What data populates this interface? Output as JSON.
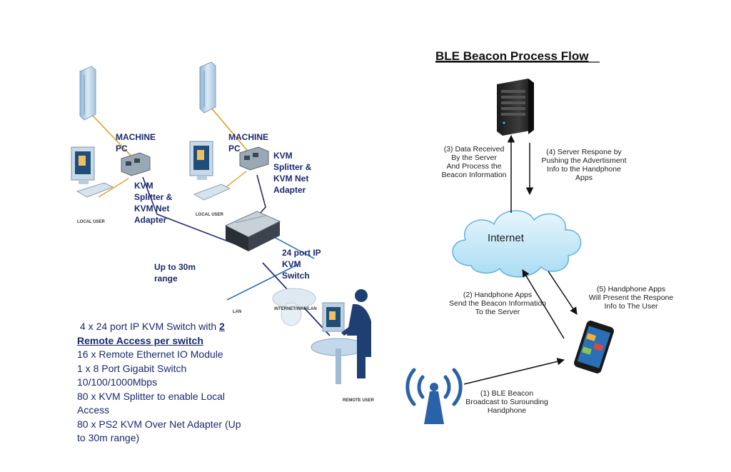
{
  "kvm": {
    "machine_pc_1": [
      "MACHINE",
      "PC"
    ],
    "machine_pc_2": [
      "MACHINE",
      "PC"
    ],
    "splitter_left": [
      "KVM",
      "Splitter &",
      "KVM  Net",
      "Adapter"
    ],
    "splitter_right": [
      "KVM",
      "Splitter &",
      "KVM  Net",
      "Adapter"
    ],
    "local_user_1": "LOCAL USER",
    "local_user_2": "LOCAL USER",
    "range": [
      "Up to 30m",
      "range"
    ],
    "switch_label": [
      "24 port IP",
      "KVM",
      "Switch"
    ],
    "lan": "LAN",
    "internet_wan_lan": "INTERNET/WAN/LAN",
    "remote_user": "REMOTE USER"
  },
  "specs": {
    "line1_prefix": "4 x 24 port IP KVM Switch with ",
    "line1_bold_num": "2",
    "line2_bold": "Remote Access per switch",
    "items": [
      "16 x Remote Ethernet IO Module",
      "1 x 8 Port Gigabit Switch",
      "10/100/1000Mbps",
      "80 x KVM Splitter to enable Local",
      "Access",
      "80 x PS2 KVM Over Net Adapter (Up",
      "to 30m range)"
    ]
  },
  "ble": {
    "title": "BLE Beacon Process Flow",
    "internet": "Internet",
    "step3": [
      "(3) Data Received",
      "By the Server",
      "And Process the",
      "Beacon Information"
    ],
    "step4": [
      "(4) Server Respone by",
      "Pushing the Advertisment",
      "Info to the Handphone",
      "Apps"
    ],
    "step2": [
      "(2) Handphone Apps",
      "Send the Beacon Information",
      "To the Server"
    ],
    "step5": [
      "(5) Handphone Apps",
      "Will Present the Respone",
      "Info to The User"
    ],
    "step1": [
      "(1) BLE Beacon",
      "Broadcast to Surounding",
      "Handphone"
    ]
  }
}
